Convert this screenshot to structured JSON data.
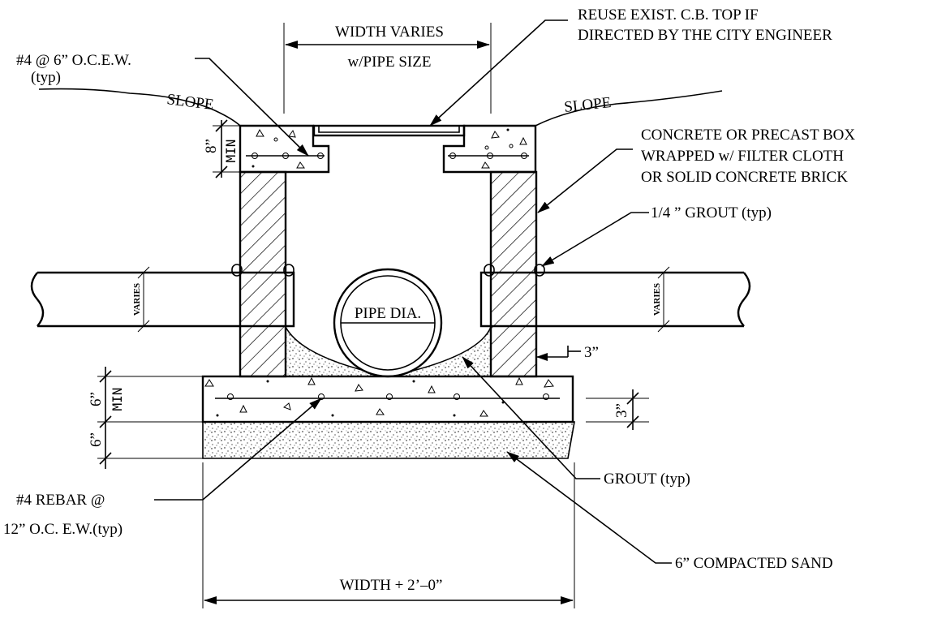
{
  "labels": {
    "width_varies_1": "WIDTH VARIES",
    "width_varies_2": "w/PIPE SIZE",
    "reuse_1": "REUSE EXIST. C.B. TOP IF",
    "reuse_2": "DIRECTED BY THE CITY ENGINEER",
    "rebar_top_1": "#4 @ 6” O.C.E.W.",
    "rebar_top_2": "(typ)",
    "slope_left": "SLOPE",
    "slope_right": "SLOPE",
    "box_1": "CONCRETE OR PRECAST BOX",
    "box_2": "WRAPPED w/ FILTER CLOTH",
    "box_3": "OR SOLID CONCRETE BRICK",
    "grout_quarter": "1/4 ” GROUT (typ)",
    "dim_8": "8”",
    "min_top": "MIN",
    "varies_left": "VARIES",
    "varies_right": "VARIES",
    "pipe_dia": "PIPE DIA.",
    "dim_3_right": "3”",
    "dim_6_upper": "6”",
    "min_base": "MIN",
    "dim_6_lower": "6”",
    "dim_3_base": "3”",
    "grout_typ": "GROUT (typ)",
    "rebar_base_1": "#4 REBAR @",
    "rebar_base_2": "12” O.C. E.W.(typ)",
    "sand": "6” COMPACTED SAND",
    "width_plus": "WIDTH + 2’–0”"
  }
}
